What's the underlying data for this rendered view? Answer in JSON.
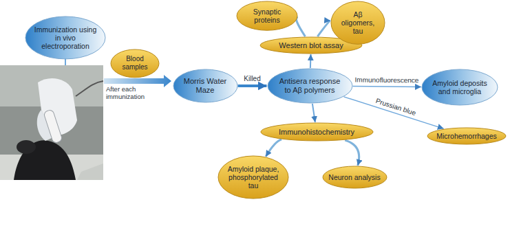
{
  "diagram": {
    "nodes": [
      {
        "text": [
          "Immunization using in vivo electroporation"
        ]
      },
      {
        "text": [
          "Blood samples"
        ]
      },
      {
        "text": [
          "Morris Water Maze"
        ]
      },
      {
        "text": [
          "Antisera response to Aβ polymers"
        ]
      },
      {
        "text": [
          "Western blot assay"
        ]
      },
      {
        "text": [
          "Synaptic proteins"
        ]
      },
      {
        "text": [
          "Aβ oligomers, tau"
        ]
      },
      {
        "text": [
          "Immunohistochemistry"
        ]
      },
      {
        "text": [
          "Amyloid plaque, phosphorylated tau"
        ]
      },
      {
        "text": [
          "Neuron analysis"
        ]
      },
      {
        "text": [
          "Amyloid deposits and microglia"
        ]
      },
      {
        "text": [
          "Microhemorrhages"
        ]
      }
    ],
    "edges": [
      {
        "from": 2,
        "to": 3,
        "label": "Killed",
        "arrow": "to"
      },
      {
        "from": 3,
        "to": 4,
        "arrow": "to"
      },
      {
        "from": 4,
        "to": 5,
        "arrow": "to"
      },
      {
        "from": 4,
        "to": 6,
        "arrow": "to"
      },
      {
        "from": 3,
        "to": 7,
        "arrow": "to"
      },
      {
        "from": 7,
        "to": 8,
        "arrow": "to"
      },
      {
        "from": 7,
        "to": 9,
        "arrow": "to"
      },
      {
        "from": 3,
        "to": 10,
        "label": "Immunofluorescence",
        "arrow": "to"
      },
      {
        "from": 3,
        "to": 11,
        "label": "Prussian blue",
        "arrow": "to"
      }
    ],
    "labels": [
      "After each immunization"
    ]
  }
}
